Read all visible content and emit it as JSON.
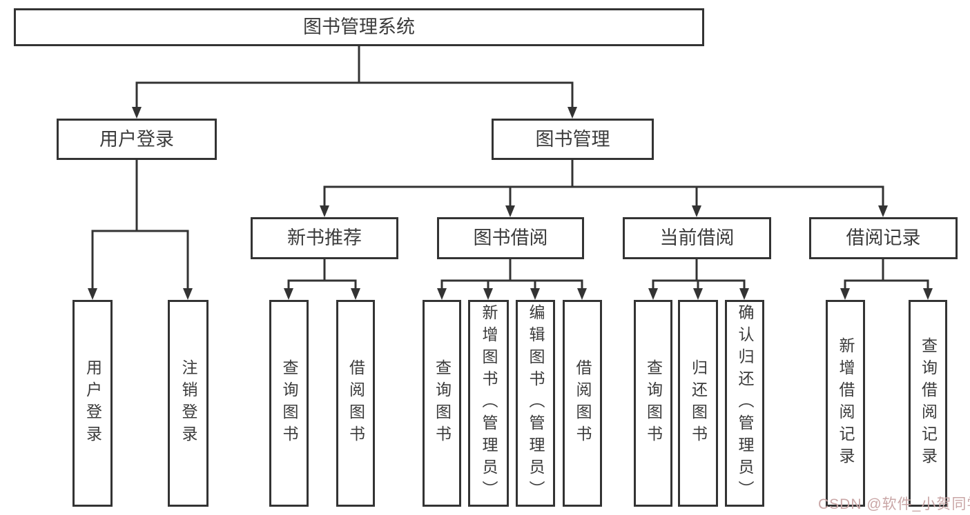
{
  "diagram": {
    "root": {
      "label": "图书管理系统"
    },
    "level2": [
      {
        "label": "用户登录",
        "children": [
          {
            "label": "用户登录"
          },
          {
            "label": "注销登录"
          }
        ]
      },
      {
        "label": "图书管理",
        "children": [
          {
            "label": "新书推荐",
            "children": [
              {
                "label": "查询图书"
              },
              {
                "label": "借阅图书"
              }
            ]
          },
          {
            "label": "图书借阅",
            "children": [
              {
                "label": "查询图书"
              },
              {
                "label": "新增图书（管理员）"
              },
              {
                "label": "编辑图书（管理员）"
              },
              {
                "label": "借阅图书"
              }
            ]
          },
          {
            "label": "当前借阅",
            "children": [
              {
                "label": "查询图书"
              },
              {
                "label": "归还图书"
              },
              {
                "label": "确认归还（管理员）"
              }
            ]
          },
          {
            "label": "借阅记录",
            "children": [
              {
                "label": "新增借阅记录"
              },
              {
                "label": "查询借阅记录"
              }
            ]
          }
        ]
      }
    ]
  },
  "watermark": {
    "text": "CSDN @软件_小贺同学"
  },
  "colors": {
    "line": "#333333",
    "text": "#3b3b3b",
    "box_background": "#ffffff",
    "watermark": "#c9a6a6"
  }
}
